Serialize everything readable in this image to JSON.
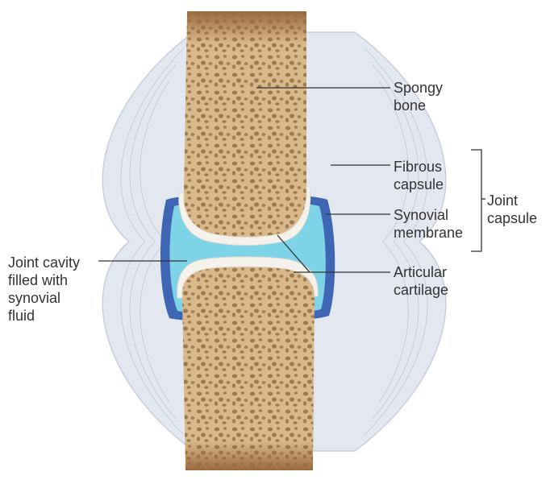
{
  "labels": {
    "spongy_bone": [
      "Spongy",
      "bone"
    ],
    "fibrous_capsule": [
      "Fibrous",
      "capsule"
    ],
    "synovial_membrane": [
      "Synovial",
      "membrane"
    ],
    "articular_cartilage": [
      "Articular",
      "cartilage"
    ],
    "joint_capsule": [
      "Joint",
      "capsule"
    ],
    "joint_cavity": [
      "Joint cavity",
      "filled with",
      "synovial",
      "fluid"
    ]
  },
  "colors": {
    "bone": "#d9b889",
    "bone_pore": "#8c6a44",
    "marrow": "#9a6a3e",
    "cartilage": "#f5f2ec",
    "synovial_fluid": "#7fd3e6",
    "synovial_membrane": "#3e66b5",
    "fibrous_capsule": "#d7dde8",
    "leader_line": "#333333"
  }
}
